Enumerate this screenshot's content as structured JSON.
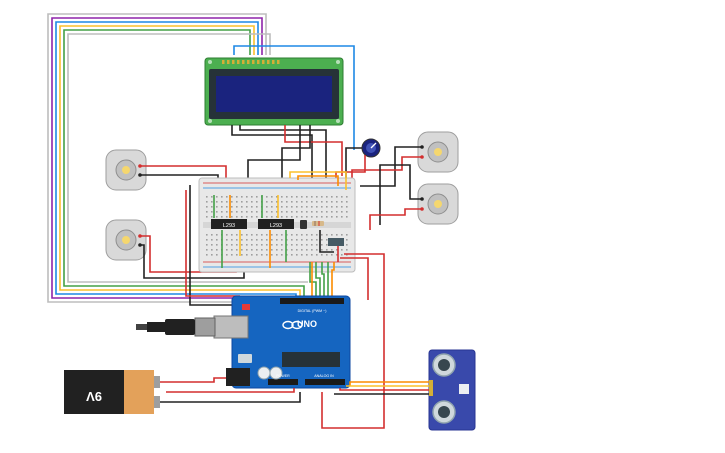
{
  "circuit": {
    "lcd": {
      "name": "lcd-16x2"
    },
    "motor_drivers": [
      {
        "label": "L293"
      },
      {
        "label": "L293"
      }
    ],
    "arduino": {
      "logo": "UNO",
      "digital_label": "DIGITAL (PWM ~)",
      "analog_label": "ANALOG IN",
      "power_label": "POWER"
    },
    "battery": {
      "label": "9V"
    },
    "sensor": {
      "name": "ultrasonic-sensor"
    },
    "colors": {
      "wire_red": "#d32f2f",
      "wire_black": "#222222",
      "wire_blue": "#1e88e5",
      "wire_yellow": "#fbc02d",
      "wire_green": "#43a047",
      "wire_orange": "#fb8c00",
      "wire_purple": "#8e24aa",
      "lcd_screen": "#1a237e",
      "lcd_pcb": "#4caf50",
      "arduino_board": "#1565c0",
      "sensor_board": "#3949ab",
      "battery_top": "#222222",
      "battery_body": "#e3a15a"
    }
  }
}
